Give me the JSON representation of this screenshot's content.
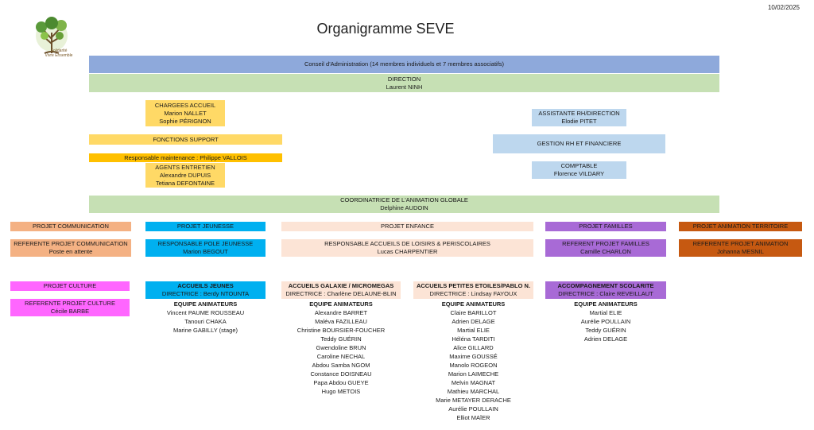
{
  "date": "10/02/2025",
  "title": "Organigramme SEVE",
  "logo": {
    "icon": "seve-tree-logo",
    "text1": "Solidarité",
    "text2": "Vivre Ensemble"
  },
  "colors": {
    "board": "#8ea9db",
    "direction": "#c6e0b4",
    "support": "#ffd966",
    "maintenance": "#ffc000",
    "rh": "#bdd7ee",
    "communication": "#f4b183",
    "jeunesse": "#00b0f0",
    "enfance": "#fce4d6",
    "familles": "#a86ad6",
    "territoire": "#c65911",
    "culture": "#ff66ff"
  },
  "board": "Conseil d'Administration (14 membres individuels et 7 membres associatifs)",
  "direction": {
    "label": "DIRECTION",
    "name": "Laurent NINH"
  },
  "chargees": {
    "label": "CHARGEES ACCUEIL",
    "names": [
      "Marion NALLET",
      "Sophie PÉRIGNON"
    ]
  },
  "fonctions_support": "FONCTIONS SUPPORT",
  "maintenance": "Responsable maintenance : Philippe VALLOIS",
  "agents": {
    "label": "AGENTS ENTRETIEN",
    "names": [
      "Alexandre DUPUIS",
      "Tetiana DEFONTAINE"
    ]
  },
  "assistante": {
    "label": "ASSISTANTE RH/DIRECTION",
    "name": "Elodie PITET"
  },
  "gestion": "GESTION RH ET FINANCIERE",
  "comptable": {
    "label": "COMPTABLE",
    "name": "Florence VILDARY"
  },
  "coordinatrice": {
    "label": "COORDINATRICE DE L'ANIMATION GLOBALE",
    "name": "Delphine AUDOIN"
  },
  "projets": {
    "communication": {
      "label": "PROJET COMMUNICATION",
      "ref_label": "REFERENTE PROJET COMMUNICATION",
      "ref_name": "Poste en attente"
    },
    "jeunesse": {
      "label": "PROJET JEUNESSE",
      "ref_label": "RESPONSABLE POLE JEUNESSE",
      "ref_name": "Marion BEGOUT"
    },
    "enfance": {
      "label": "PROJET ENFANCE",
      "ref_label": "RESPONSABLE ACCUEILS DE LOISIRS & PERISCOLAIRES",
      "ref_name": "Lucas CHARPENTIER"
    },
    "familles": {
      "label": "PROJET FAMILLES",
      "ref_label": "REFERENT PROJET FAMILLES",
      "ref_name": "Camille CHARLON"
    },
    "territoire": {
      "label": "PROJET ANIMATION TERRITOIRE",
      "ref_label": "REFERENTE PROJET ANIMATION",
      "ref_name": "Johanna MESNIL"
    },
    "culture": {
      "label": "PROJET CULTURE",
      "ref_label": "REFERENTE PROJET CULTURE",
      "ref_name": "Cécile BARBE"
    }
  },
  "accueils_jeunes": {
    "label": "ACCUEILS JEUNES",
    "directrice": "DIRECTRICE : Berdy NTOUNTA"
  },
  "accueils_galaxie": {
    "label": "ACCUEILS GALAXIE / MICROMEGAS",
    "directrice": "DIRECTRICE : Charlène DELAUNE-BLIN"
  },
  "accueils_petites": {
    "label": "ACCUEILS PETITES ETOILES/PABLO N.",
    "directrice": "DIRECTRICE : Lindsay FAYOUX"
  },
  "accompagnement": {
    "label": "ACCOMPAGNEMENT SCOLARITE",
    "directrice": "DIRECTRICE : Claire REVEILLAUT"
  },
  "equipe_label": "EQUIPE ANIMATEURS",
  "equipes": {
    "jeunes": [
      "Vincent PAUME ROUSSEAU",
      "Tanouri CHAKA",
      "Marine GABILLY (stage)"
    ],
    "galaxie": [
      "Alexandre BARRET",
      "Maléva FAZILLEAU",
      "Christine BOURSIER-FOUCHER",
      "Teddy GUÉRIN",
      "Gwendoline BRUN",
      "Caroline NECHAL",
      "Abdou Samba NGOM",
      "Constance DOISNEAU",
      "Papa Abdou GUEYE",
      "Hugo METOIS"
    ],
    "petites": [
      "Claire BARILLOT",
      "Adrien DELAGE",
      "Martial ELIE",
      "Héléna TARDITI",
      "Alice GILLARD",
      "Maxime GOUSSÉ",
      "Manolo ROGEON",
      "Marion LAIMECHE",
      "Melvin MAGNAT",
      "Mathieu MARCHAL",
      "Marie METAYER DERACHE",
      "Aurélie POULLAIN",
      "Elliot MAÏER"
    ],
    "scolarite": [
      "Martial ELIE",
      "Aurélie POULLAIN",
      "Teddy GUÉRIN",
      "Adrien DELAGE"
    ]
  }
}
